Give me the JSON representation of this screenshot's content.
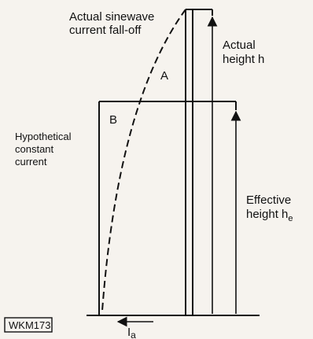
{
  "labels": {
    "sinewave_line1": "Actual sinewave",
    "sinewave_line2": "current fall-off",
    "region_a": "A",
    "region_b": "B",
    "actual_height_line1": "Actual",
    "actual_height_line2": "height h",
    "hypothetical_line1": "Hypothetical",
    "hypothetical_line2": "constant",
    "hypothetical_line3": "current",
    "effective_height_line1": "Effective",
    "effective_height_line2": "height h",
    "effective_subscript": "e",
    "current_label": "I",
    "current_subscript": "a",
    "figure_code": "WKM173"
  },
  "colors": {
    "ink": "#111111",
    "background": "#f6f3ee"
  }
}
